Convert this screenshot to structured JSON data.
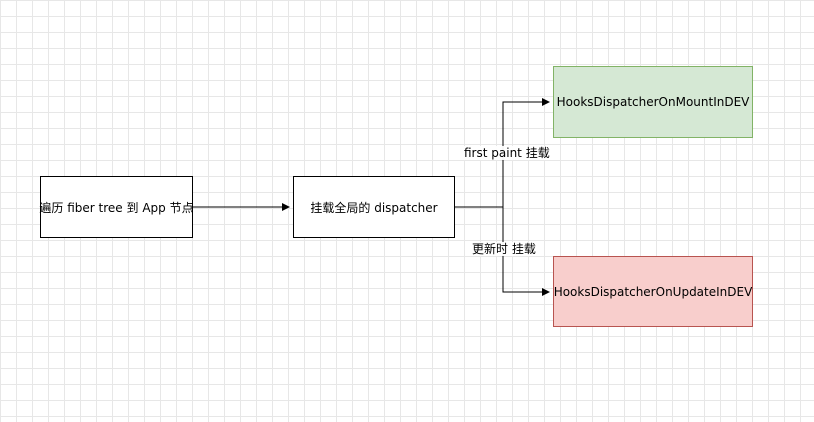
{
  "nodes": {
    "traverse": {
      "label": "遍历 fiber tree 到 App 节点"
    },
    "mount_dispatcher": {
      "label": "挂载全局的 dispatcher"
    },
    "mount_dev": {
      "label": "HooksDispatcherOnMountInDEV",
      "fill": "#d5e8d4",
      "stroke": "#82b366"
    },
    "update_dev": {
      "label": "HooksDispatcherOnUpdateInDEV",
      "fill": "#f8cecc",
      "stroke": "#b85450"
    }
  },
  "edges": {
    "first_paint_label": "first paint 挂载",
    "update_label": "更新时 挂载"
  }
}
